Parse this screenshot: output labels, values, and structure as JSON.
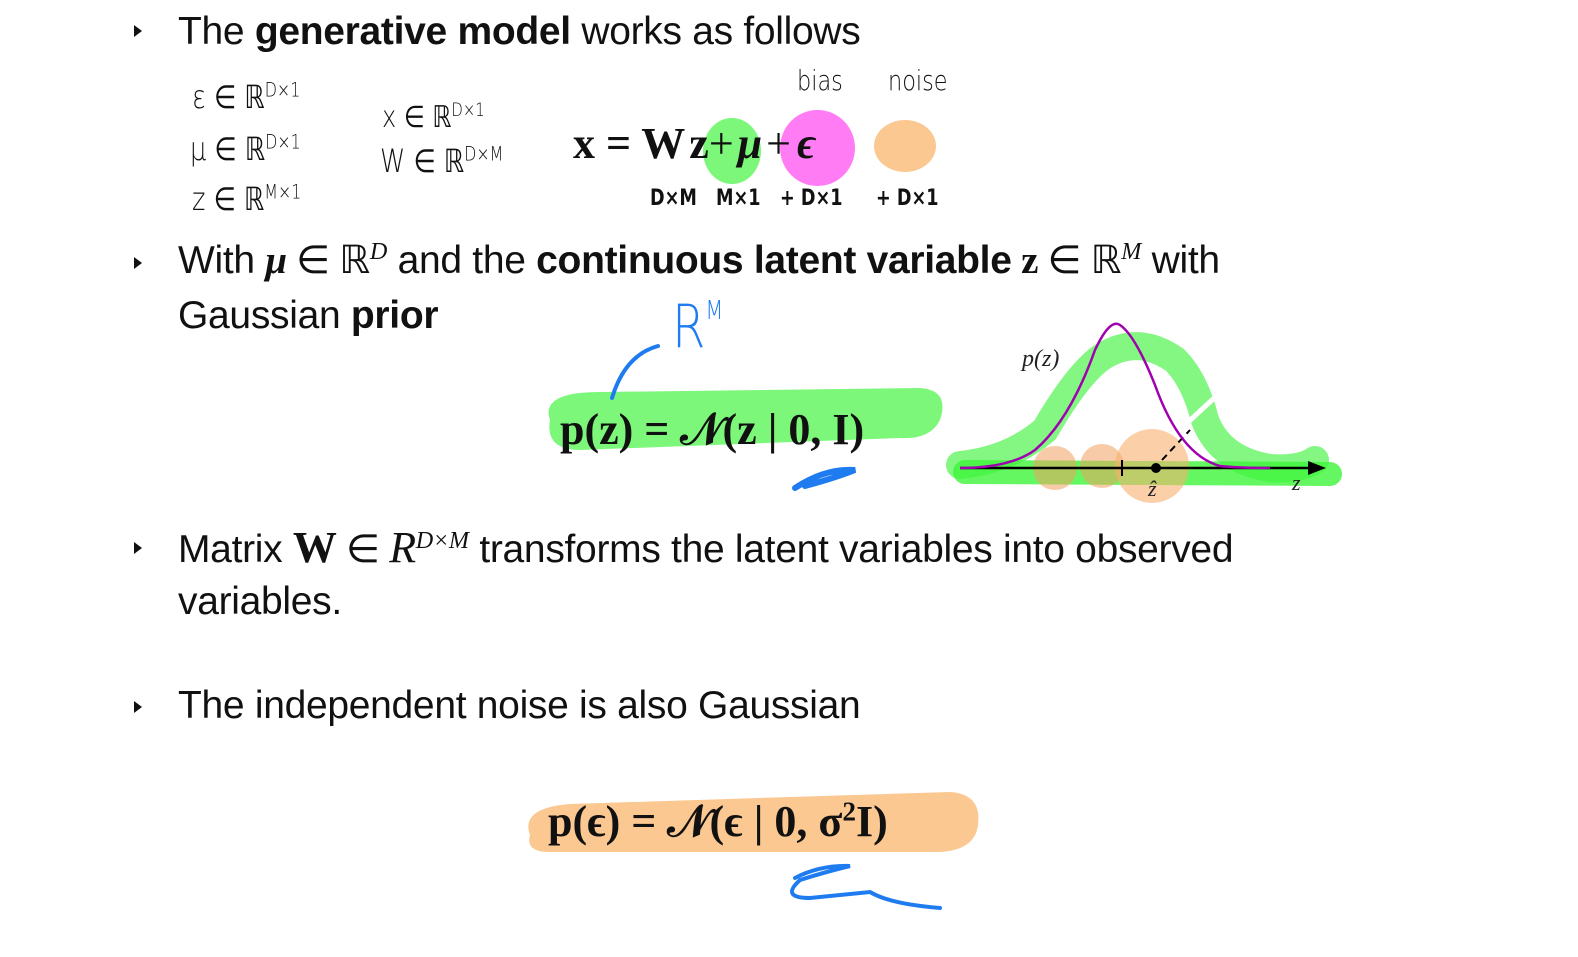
{
  "bullets": [
    {
      "pre": "The ",
      "bold": "generative model",
      "post": " works as follows"
    },
    {
      "pre": "With ",
      "mu": "μ",
      "in1": " ∈ ℝ",
      "sup1": "D",
      "mid": " and the ",
      "bold": "continuous latent variable",
      "z": " z",
      "in2": " ∈ ℝ",
      "sup2": "M",
      "post": " with",
      "line2_pre": "Gaussian ",
      "line2_bold": "prior"
    },
    {
      "pre": "Matrix ",
      "W": "W",
      "in": " ∈ ",
      "R": "R",
      "sup": "D×M",
      "post": " transforms the latent variables into observed",
      "line2": "variables."
    },
    {
      "text": "The independent noise is also Gaussian"
    }
  ],
  "equations": {
    "generative": {
      "lhs": "x = W",
      "z": "z",
      "plus1": "+",
      "mu": "μ",
      "plus2": "+",
      "eps": "ϵ"
    },
    "prior": "p(z) = 𝒩(z | 0, I)",
    "noise": {
      "text": "p(ϵ) = 𝒩(ϵ | 0, σ",
      "sup": "2",
      "end": "I)"
    }
  },
  "handwriting": {
    "defs_left": [
      "ε ∈ ℝ",
      "μ ∈ ℝ",
      "z ∈ ℝ"
    ],
    "defs_left_sup": [
      "D×1",
      "D×1",
      "M×1"
    ],
    "defs_mid": [
      "x ∈ ℝ",
      "W ∈ ℝ"
    ],
    "defs_mid_sup": [
      "D×1",
      "D×M"
    ],
    "labels_top": [
      "bias",
      "noise"
    ],
    "dims": [
      "D×M",
      "M×1",
      "+ D×1",
      "+ D×1"
    ],
    "rm": "R",
    "rm_sup": "M"
  },
  "plot": {
    "ylabel": "p(z)",
    "xlabel": "z",
    "marker": "ẑ"
  },
  "colors": {
    "green": "#7cf77a",
    "magenta": "#ff7cf5",
    "orange": "#fbc891",
    "blue": "#1f7cf0",
    "curve": "#a000b0"
  }
}
